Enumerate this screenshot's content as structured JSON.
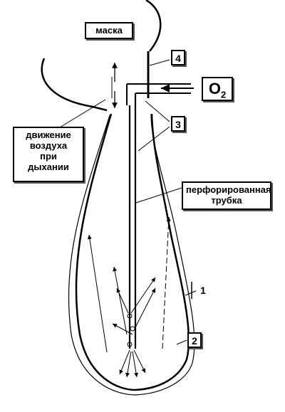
{
  "labels": {
    "mask": "маска",
    "oxygen": "O",
    "oxygen_sub": "2",
    "air_movement": [
      "движение",
      "воздуха",
      "при",
      "дыхании"
    ],
    "perforated_tube": [
      "перфорированная",
      "трубка"
    ],
    "n1": "1",
    "n2": "2",
    "n3": "3",
    "n4": "4"
  }
}
